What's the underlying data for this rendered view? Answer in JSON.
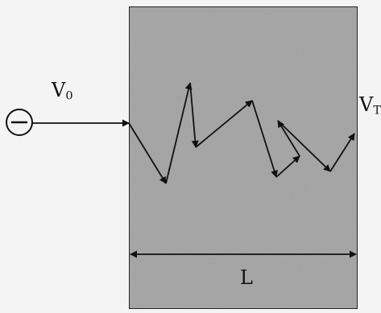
{
  "labels": {
    "incident": {
      "main": "V",
      "sub": "0"
    },
    "transmitted": {
      "main": "V",
      "sub": "T"
    },
    "length": "L"
  },
  "colors": {
    "background": "#f4f4f4",
    "slab_fill": "#a9a9a9",
    "slab_border": "#222222",
    "ink": "#111111"
  },
  "icons": {
    "particle": "minus-circle-icon"
  }
}
